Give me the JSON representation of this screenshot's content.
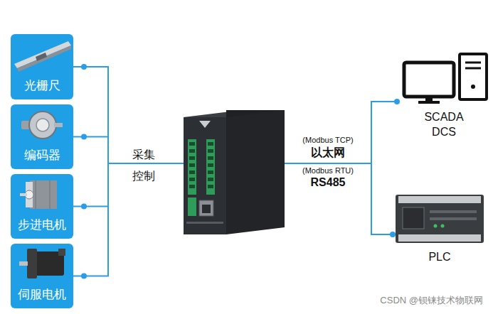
{
  "diagram": {
    "nodes": [
      {
        "text": [
          "光栅尺"
        ]
      },
      {
        "text": [
          "编码器"
        ]
      },
      {
        "text": [
          "步进电机"
        ]
      },
      {
        "text": [
          "伺服电机"
        ]
      },
      {
        "text": []
      },
      {
        "text": [
          "SCADA DCS"
        ]
      },
      {
        "text": [
          "PLC"
        ]
      }
    ],
    "edges": [
      {
        "from": 0,
        "to": 4,
        "arrow": "none"
      },
      {
        "from": 1,
        "to": 4,
        "arrow": "none"
      },
      {
        "from": 2,
        "to": 4,
        "arrow": "none"
      },
      {
        "from": 3,
        "to": 4,
        "arrow": "none"
      },
      {
        "from": 4,
        "to": 5,
        "arrow": "none"
      },
      {
        "from": 4,
        "to": 6,
        "arrow": "none"
      }
    ],
    "labels": [
      "采集",
      "控制",
      "(Modbus TCP)",
      "以太网",
      "(Modbus RTU)",
      "RS485",
      "CSDN @钡铼技术物联网"
    ]
  }
}
